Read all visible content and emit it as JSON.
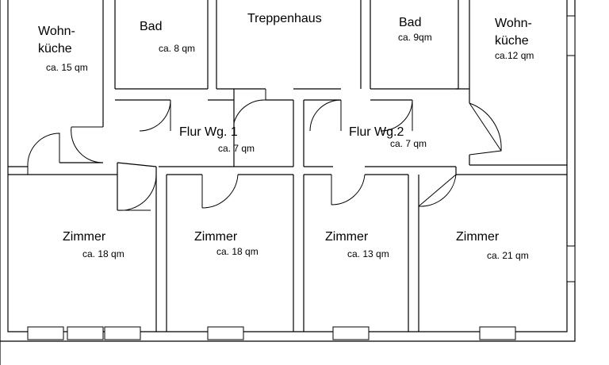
{
  "rooms": {
    "wohnkueche_left": {
      "name_line1": "Wohn-",
      "name_line2": "küche",
      "area": "ca. 15 qm"
    },
    "bad_left": {
      "name": "Bad",
      "area": "ca. 8 qm"
    },
    "treppenhaus": {
      "name": "Treppenhaus"
    },
    "bad_right": {
      "name": "Bad",
      "area": "ca. 9qm"
    },
    "wohnkueche_right": {
      "name_line1": "Wohn-",
      "name_line2": "küche",
      "area": "ca.12 qm"
    },
    "flur_1": {
      "name": "Flur Wg. 1",
      "area": "ca. 7 qm"
    },
    "flur_2": {
      "name": "Flur Wg.2",
      "area": "ca. 7 qm"
    },
    "zimmer_1": {
      "name": "Zimmer",
      "area": "ca. 18 qm"
    },
    "zimmer_2": {
      "name": "Zimmer",
      "area": "ca. 18 qm"
    },
    "zimmer_3": {
      "name": "Zimmer",
      "area": "ca. 13 qm"
    },
    "zimmer_4": {
      "name": "Zimmer",
      "area": "ca. 21 qm"
    }
  }
}
